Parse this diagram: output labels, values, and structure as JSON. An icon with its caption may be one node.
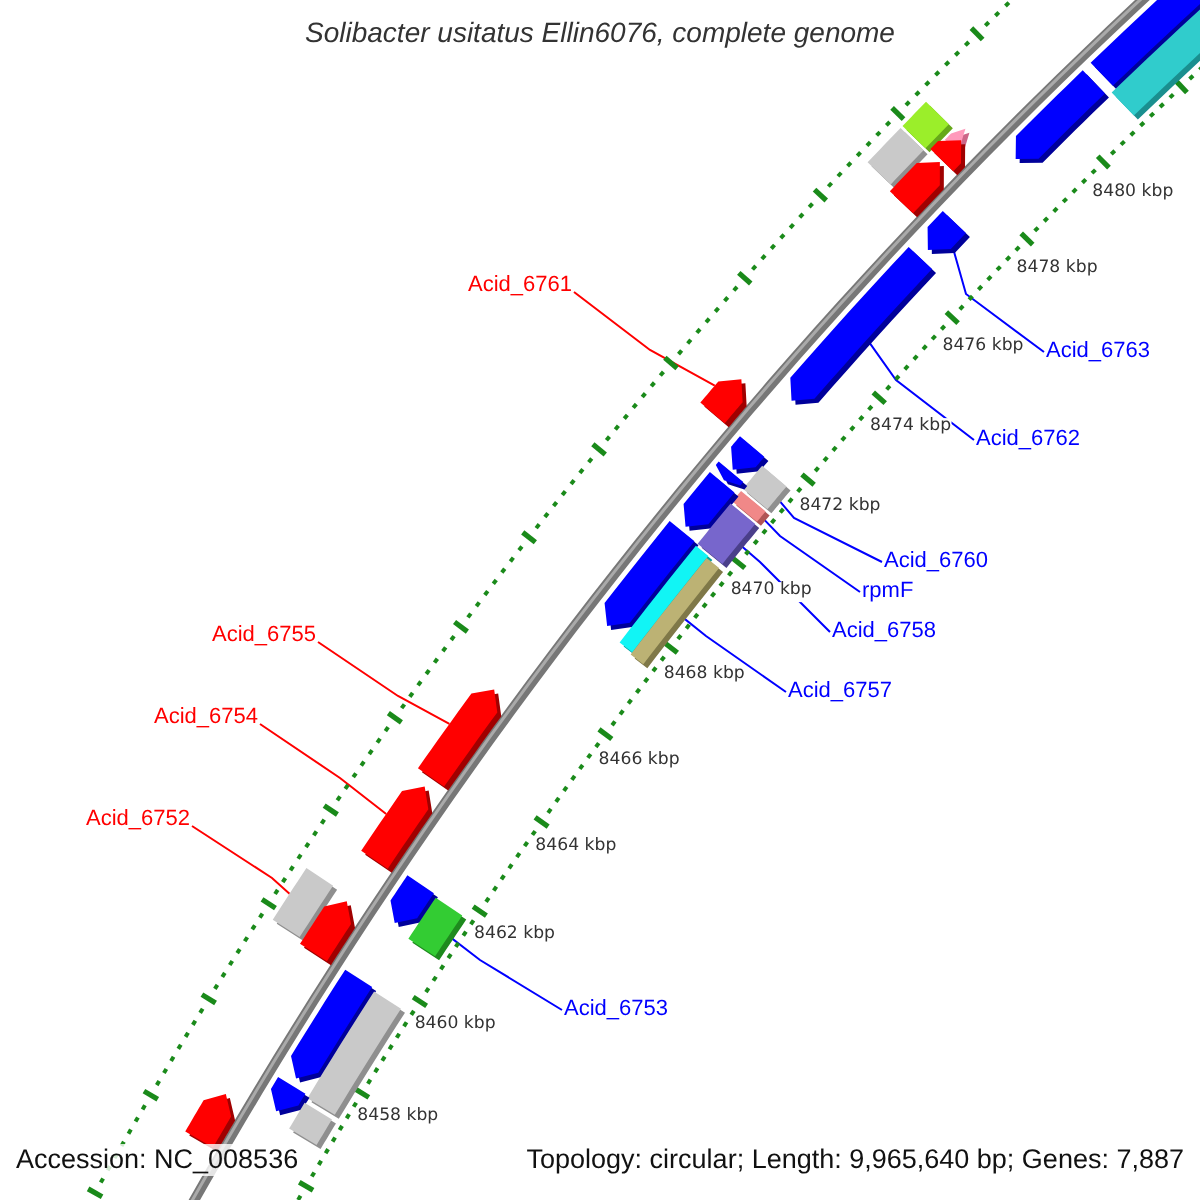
{
  "diagram": {
    "title": "Solibacter usitatus Ellin6076, complete genome",
    "nodes": [
      {
        "text": [
          "Acid_6761"
        ]
      },
      {
        "text": [
          "Acid_6763"
        ]
      },
      {
        "text": [
          "Acid_6762"
        ]
      },
      {
        "text": [
          "Acid_6760"
        ]
      },
      {
        "text": [
          "rpmF"
        ]
      },
      {
        "text": [
          "Acid_6758"
        ]
      },
      {
        "text": [
          "Acid_6755"
        ]
      },
      {
        "text": [
          "Acid_6757"
        ]
      },
      {
        "text": [
          "Acid_6754"
        ]
      },
      {
        "text": [
          "Acid_6752"
        ]
      },
      {
        "text": [
          "Acid_6753"
        ]
      },
      {
        "text": [],
        "shape": "box"
      },
      {
        "text": [],
        "shape": "box"
      },
      {
        "text": [],
        "shape": "pentagon"
      },
      {
        "text": [],
        "shape": "pentagon"
      },
      {
        "text": [],
        "shape": "box"
      },
      {
        "text": [],
        "shape": "pentagon"
      },
      {
        "text": [],
        "shape": "box"
      },
      {
        "text": [],
        "shape": "pentagon"
      },
      {
        "text": [],
        "shape": "pentagon"
      },
      {
        "text": [],
        "shape": "pentagon"
      },
      {
        "text": [],
        "shape": "pentagon"
      },
      {
        "text": [],
        "shape": "pentagon"
      },
      {
        "text": [],
        "shape": "box"
      },
      {
        "text": [],
        "shape": "pentagon"
      },
      {
        "text": [],
        "shape": "box"
      },
      {
        "text": [],
        "shape": "pentagon"
      },
      {
        "text": [],
        "shape": "box"
      },
      {
        "text": [],
        "shape": "pentagon"
      },
      {
        "text": [],
        "shape": "box"
      },
      {
        "text": [],
        "shape": "box"
      },
      {
        "text": [],
        "shape": "pentagon"
      },
      {
        "text": [],
        "shape": "pentagon"
      },
      {
        "text": [],
        "shape": "pentagon"
      },
      {
        "text": [],
        "shape": "box"
      },
      {
        "text": [],
        "shape": "box"
      },
      {
        "text": [],
        "shape": "pentagon"
      },
      {
        "text": [],
        "shape": "pentagon"
      },
      {
        "text": [],
        "shape": "box"
      },
      {
        "text": [],
        "shape": "pentagon"
      },
      {
        "text": [],
        "shape": "box"
      },
      {
        "text": [],
        "shape": "pentagon"
      }
    ],
    "edges": [
      {
        "from": 0,
        "to": 21,
        "arrow": "none",
        "color": "#ff0000"
      },
      {
        "from": 1,
        "to": 19,
        "arrow": "none"
      },
      {
        "from": 2,
        "to": 20,
        "arrow": "none"
      },
      {
        "from": 3,
        "to": 23,
        "arrow": "none"
      },
      {
        "from": 4,
        "to": 25,
        "arrow": "none"
      },
      {
        "from": 5,
        "to": 27,
        "arrow": "none"
      },
      {
        "from": 6,
        "to": 31,
        "arrow": "none",
        "color": "#ff0000"
      },
      {
        "from": 7,
        "to": 30,
        "arrow": "none"
      },
      {
        "from": 8,
        "to": 32,
        "arrow": "none",
        "color": "#ff0000"
      },
      {
        "from": 9,
        "to": 35,
        "arrow": "none",
        "color": "#ff0000"
      },
      {
        "from": 10,
        "to": 34,
        "arrow": "none"
      }
    ],
    "labels": [
      "8480 kbp",
      "8478 kbp",
      "8476 kbp",
      "8474 kbp",
      "8472 kbp",
      "8470 kbp",
      "8468 kbp",
      "8466 kbp",
      "8464 kbp",
      "8462 kbp",
      "8460 kbp",
      "8458 kbp",
      "Accession: NC_008536",
      "Topology: circular; Length: 9,965,640 bp; Genes: 7,887"
    ]
  }
}
